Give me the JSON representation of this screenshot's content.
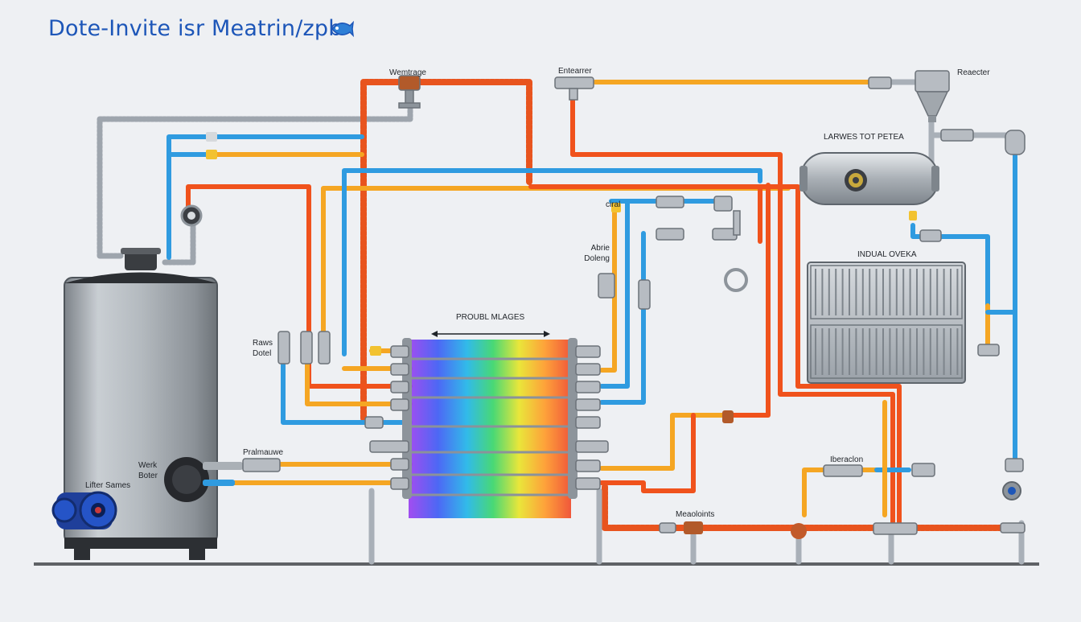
{
  "page_title": "Dote-Invite isr Meatrin/zpb",
  "title_icon": "fish-icon",
  "labels": {
    "wemtrage": "Wemtrage",
    "entearrer": "Entearrer",
    "reaecter": "Reaecter",
    "larwes_tot_petea": "LARWES TOT PETEA",
    "ciral": "ciral",
    "abrie_doleng": "Abrie\nDoleng",
    "indual_oveka": "INDUAL OVEKA",
    "proubl_mlages": "PROUBL MLAGES",
    "raws_dotel": "Raws\nDotel",
    "pralmauwe": "Pralmauwe",
    "werk_boter": "Werk\nBoter",
    "lifter_sames": "Lifter Sames",
    "meaoloints": "Meaoloints",
    "iberaclon": "Iberaclon"
  },
  "colors": {
    "hot_pipe": "#f0521c",
    "warm_pipe": "#f5a623",
    "cold_pipe": "#2f9be0",
    "steel_pipe": "#a9b0b8",
    "title": "#1d56b8",
    "floor": "#5f6266"
  },
  "icons": {
    "boiler_tank": "boiler-tank-icon",
    "pump": "pump-icon",
    "motor": "motor-icon",
    "heat_exchanger": "heat-exchanger-icon",
    "cyclone_separator": "cyclone-separator-icon",
    "reactor_vessel": "reactor-vessel-icon",
    "radiator": "radiator-icon",
    "valve": "valve-icon",
    "gauge": "gauge-icon"
  }
}
